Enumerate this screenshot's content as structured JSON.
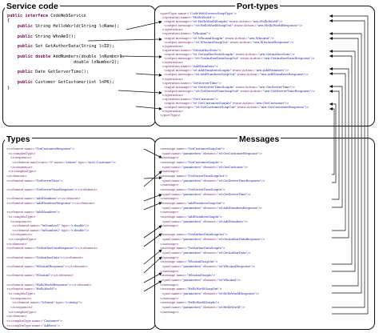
{
  "service_code": {
    "title": "Service code",
    "lines": [
      {
        "kw": "public interface",
        "rest": " CodeWebService"
      },
      {
        "kw": "",
        "rest": "{"
      },
      {
        "kw": "    public",
        "rest": " String HelloWorld(String lcName);"
      },
      {
        "kw": "",
        "rest": ""
      },
      {
        "kw": "    public",
        "rest": " String WhoAmI();"
      },
      {
        "kw": "",
        "rest": ""
      },
      {
        "kw": "    public",
        "rest": " Set GetAuthorData(String lcID);"
      },
      {
        "kw": "",
        "rest": ""
      },
      {
        "kw": "    public double",
        "rest": " AddNumbers(double lnNumber1,"
      },
      {
        "kw": "",
        "rest": "                          double lnNumber2);"
      },
      {
        "kw": "",
        "rest": ""
      },
      {
        "kw": "    public",
        "rest": " Date GetServerTime();"
      },
      {
        "kw": "",
        "rest": ""
      },
      {
        "kw": "    public",
        "rest": " Customer GetCustomer(int lnPK);"
      },
      {
        "kw": "",
        "rest": "}"
      }
    ]
  },
  "port_types": {
    "title": "Port-types",
    "lines": [
      "<portType name=\"CodeWebServiceSoapType\">",
      "  <operation name=\"HelloWorld\">",
      "    <input message=\"s0:HelloWorldSoapIn\" wsaw:Action=\"urn:HelloWorld\"/>",
      "    <output message=\"s0:HelloWorldSoapOut\" wsaw:Action=\"urn:HelloWorldResponse\"/>",
      "  </operation>",
      "  <operation name=\"WhoAmI\">",
      "    <input message=\"s0:WhoAmISoapIn\" wsaw:Action=\"urn:WhoAmI\"/>",
      "    <output message=\"s0:WhoAmISoapOut\" wsaw:Action=\"urn:WhoAmIResponse\"/>",
      "  </operation>",
      "  <operation name=\"GetAuthorData\">",
      "    <input message=\"s0:GetAuthorDataSoapIn\" wsaw:Action=\"urn:GetAuthorData\"/>",
      "    <output message=\"s0:GetAuthorDataSoapOut\" wsaw:Action=\"urn:GetAuthorDataResponse\"/>",
      "  </operation>",
      "  <operation name=\"AddNumbers\">",
      "    <input message=\"s0:AddNumbersSoapIn\" wsaw:Action=\"urn:AddNumbers\"/>",
      "    <output message=\"s0:AddNumbersSoapOut\" wsaw:Action=\"urn:AddNumbersResponse\"/>",
      "  </operation>",
      "  <operation name=\"GetServerTime\">",
      "    <input message=\"s0:GetServerTimeSoapIn\" wsaw:Action=\"urn:GetServerTime\"/>",
      "    <output message=\"s0:GetServerTimeSoapOut\" wsaw:Action=\"urn:GetServerTimeResponse\"/>",
      "  </operation>",
      "  <operation name=\"GetCustomer\">",
      "    <input message=\"s0:GetCustomerSoapIn\" wsaw:Action=\"urn:GetCustomer\"/>",
      "    <output message=\"s0:GetCustomerSoapOut\" wsaw:Action=\"urn:GetCustomerResponse\"/>",
      "  </operation>",
      "</portType>"
    ]
  },
  "types": {
    "title": "Types",
    "lines": [
      "<s:element name=\"GetCustomerResponse\">",
      "  <s:complexType>",
      "    <s:sequence>",
      "      <s:element minOccurs=\"0\" name=\"return\" type=\"ns32:Customer\"/>",
      "    </s:sequence>",
      "  </s:complexType>",
      "</s:element>",
      "<s:element name=\"GetServerTime\">",
      "",
      "<s:element name=\"GetServerTimeResponse\"></s:element>",
      "",
      "<s:element name=\"AddNumbers\"></s:element>",
      "<s:element name=\"AddNumbersResponse\"></s:element>",
      "",
      "<s:element name=\"AddNumbers\">",
      "  <s:complexType>",
      "    <s:sequence>",
      "      <s:element name=\"lnNumber1\" type=\"s:double\"/>",
      "      <s:element name=\"lnNumber2\" type=\"s:double\"/>",
      "    </s:sequence>",
      "  </s:complexType>",
      "</s:element>",
      "<s:element name=\"GetAuthorDataResponse\"></s:element>",
      "",
      "<s:element name=\"GetAuthorData\"></s:element>",
      "",
      "<s:element name=\"WhoAmIResponse\"></s:element>",
      "",
      "<s:element name=\"WhoAmI\"></s:element>",
      "",
      "<s:element name=\"HelloWorldResponse\"></s:element>",
      "<s:element name=\"HelloWorld\">",
      "  <s:complexType>",
      "    <s:sequence>",
      "      <s:element name=\"lcName\" type=\"s:string\"/>",
      "    </s:sequence>",
      "  </s:complexType>",
      "</s:element>",
      "<s:complexType name=\"Customer\">",
      "<s:complexType name=\"Address\">"
    ]
  },
  "messages": {
    "title": "Messages",
    "lines": [
      "<message name=\"GetCustomerSoapOut\">",
      "  <part name=\"parameters\" element=\"s0:GetCustomerResponse\"/>",
      "</message>",
      "<message name=\"GetCustomerSoapIn\">",
      "  <part name=\"parameters\" element=\"s0:GetCustomer\"/>",
      "</message>",
      "<message name=\"GetServerTimeSoapOut\">",
      "  <part name=\"parameters\" element=\"s0:GetServerTimeResponse\"/>",
      "</message>",
      "<message name=\"GetServerTimeSoapIn\">",
      "  <part name=\"parameters\" element=\"s0:GetServerTime\"/>",
      "</message>",
      "<message name=\"AddNumbersSoapOut\">",
      "  <part name=\"parameters\" element=\"s0:AddNumbersResponse\"/>",
      "</message>",
      "<message name=\"AddNumbersSoapIn\">",
      "  <part name=\"parameters\" element=\"s0:AddNumbers\"/>",
      "</message>",
      "",
      "<message name=\"GetAuthorDataSoapOut\">",
      "  <part name=\"parameters\" element=\"s0:GetAuthorDataResponse\"/>",
      "</message>",
      "<message name=\"GetAuthorDataSoapIn\">",
      "  <part name=\"parameters\" element=\"s0:GetAuthorData\"/>",
      "</message>",
      "<message name=\"WhoAmISoapOut\">",
      "  <part name=\"parameters\" element=\"s0:WhoAmIResponse\"/>",
      "</message>",
      "<message name=\"WhoAmISoapIn\">",
      "  <part name=\"parameters\" element=\"s0:WhoAmI\"/>",
      "</message>",
      "<message name=\"HelloWorldSoapOut\">",
      "  <part name=\"parameters\" element=\"s0:HelloWorldResponse\"/>",
      "</message>",
      "<message name=\"HelloWorldSoapIn\">",
      "  <part name=\"parameters\" element=\"s0:HelloWorld\"/>",
      "</message>"
    ]
  }
}
